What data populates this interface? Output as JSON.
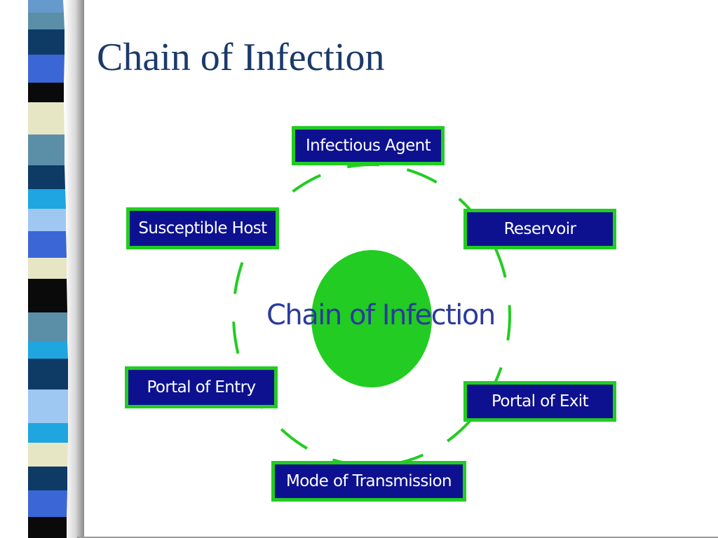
{
  "slide": {
    "title": "Chain of Infection"
  },
  "diagram": {
    "center_label": "Chain of Infection",
    "nodes": {
      "infectious_agent": "Infectious Agent",
      "reservoir": "Reservoir",
      "portal_of_exit": "Portal of Exit",
      "mode_of_transmission": "Mode of Transmission",
      "portal_of_entry": "Portal of Entry",
      "susceptible_host": "Susceptible Host"
    }
  },
  "colors": {
    "title_text": "#1b3a6b",
    "node_fill": "#0d1190",
    "node_border": "#22cc22",
    "center_circle": "#22cc22",
    "cycle_dashes": "#22cc22",
    "center_text": "#2b3a9b"
  }
}
